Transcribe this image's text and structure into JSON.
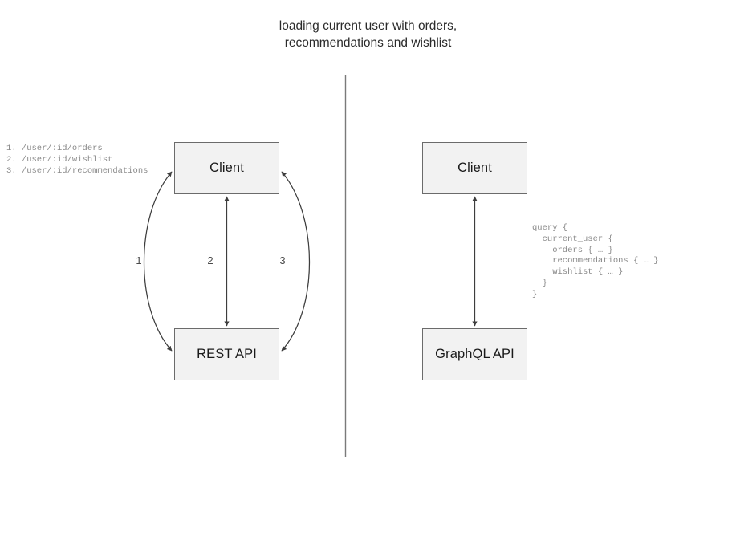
{
  "diagram": {
    "title": "loading current user with orders,\nrecommendations and wishlist",
    "divider": {
      "name": "vertical-divider",
      "color": "#7a7a7a"
    },
    "left_panel": {
      "name": "rest-approach",
      "nodes": {
        "client": "Client",
        "api": "REST API"
      },
      "endpoints_text": "1. /user/:id/orders\n2. /user/:id/wishlist\n3. /user/:id/recommendations",
      "endpoints": [
        "1. /user/:id/orders",
        "2. /user/:id/wishlist",
        "3. /user/:id/recommendations"
      ],
      "edges": [
        {
          "label": "1",
          "from": "Client",
          "to": "REST API",
          "shape": "curve-left",
          "bidirectional": true
        },
        {
          "label": "2",
          "from": "Client",
          "to": "REST API",
          "shape": "straight",
          "bidirectional": true
        },
        {
          "label": "3",
          "from": "Client",
          "to": "REST API",
          "shape": "curve-right",
          "bidirectional": true
        }
      ],
      "edge_labels": {
        "one": "1",
        "two": "2",
        "three": "3"
      }
    },
    "right_panel": {
      "name": "graphql-approach",
      "nodes": {
        "client": "Client",
        "api": "GraphQL API"
      },
      "query_text": "query {\n  current_user {\n    orders { … }\n    recommendations { … }\n    wishlist { … }\n  }\n}",
      "query_lines": [
        "query {",
        "  current_user {",
        "    orders { … }",
        "    recommendations { … }",
        "    wishlist { … }",
        "  }",
        "}"
      ],
      "edges": [
        {
          "from": "Client",
          "to": "GraphQL API",
          "shape": "straight",
          "bidirectional": true
        }
      ]
    },
    "colors": {
      "box_fill": "#f2f2f2",
      "box_border": "#6b6b6b",
      "edge_stroke": "#3d3d3d",
      "code_text": "#8a8a8a",
      "title_text": "#2b2b2b"
    }
  }
}
